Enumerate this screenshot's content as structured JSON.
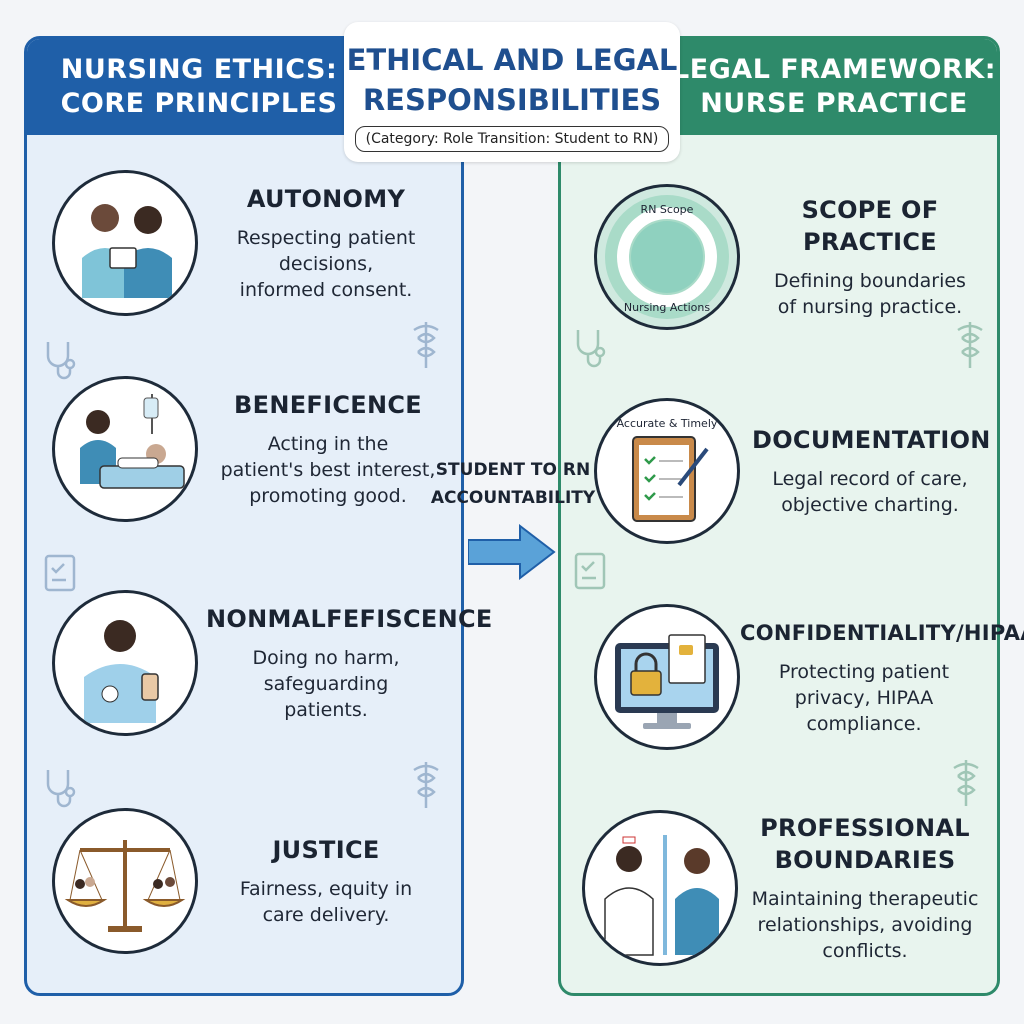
{
  "title": {
    "line1": "ETHICAL AND LEGAL",
    "line2": "RESPONSIBILITIES",
    "category": "(Category: Role Transition: Student to RN)"
  },
  "left_panel": {
    "heading_line1": "NURSING ETHICS:",
    "heading_line2": "CORE PRINCIPLES",
    "items": [
      {
        "title": "AUTONOMY",
        "desc": [
          "Respecting patient",
          "decisions,",
          "informed consent."
        ],
        "icon": "two-nurses-icon"
      },
      {
        "title": "BENEFICENCE",
        "desc": [
          "Acting in the",
          "patient's best interest,",
          "promoting good."
        ],
        "icon": "nurse-bedside-icon"
      },
      {
        "title": "NONMALFEFISCENCE",
        "desc": [
          "Doing no harm,",
          "safeguarding",
          "patients."
        ],
        "icon": "nurse-medication-icon"
      },
      {
        "title": "JUSTICE",
        "desc": [
          "Fairness, equity in",
          "care delivery."
        ],
        "icon": "scales-of-justice-icon"
      }
    ]
  },
  "center": {
    "label_line1": "STUDENT TO RN",
    "label_line2": "ACCOUNTABILITY"
  },
  "right_panel": {
    "heading_line1": "LEGAL FRAMEWORK:",
    "heading_line2": "NURSE PRACTICE",
    "items": [
      {
        "title": "SCOPE OF PRACTICE",
        "desc": [
          "Defining boundaries",
          "of nursing practice."
        ],
        "icon": "scope-ring-icon",
        "ring_top": "RN Scope",
        "ring_bottom": "Nursing Actions"
      },
      {
        "title": "DOCUMENTATION",
        "desc": [
          "Legal record of care,",
          "objective charting."
        ],
        "icon": "clipboard-icon",
        "badge": "Accurate & Timely"
      },
      {
        "title": "CONFIDENTIALITY/HIPAA",
        "desc": [
          "Protecting patient",
          "privacy, HIPAA",
          "compliance."
        ],
        "icon": "locked-monitor-icon"
      },
      {
        "title_line1": "PROFESSIONAL",
        "title_line2": "BOUNDARIES",
        "desc": [
          "Maintaining therapeutic",
          "relationships, avoiding",
          "conflicts."
        ],
        "icon": "nurse-patient-boundary-icon"
      }
    ]
  },
  "colors": {
    "ethics_blue": "#1f5fa8",
    "legal_green": "#2e8a6a",
    "title_blue": "#1f4f8f"
  }
}
